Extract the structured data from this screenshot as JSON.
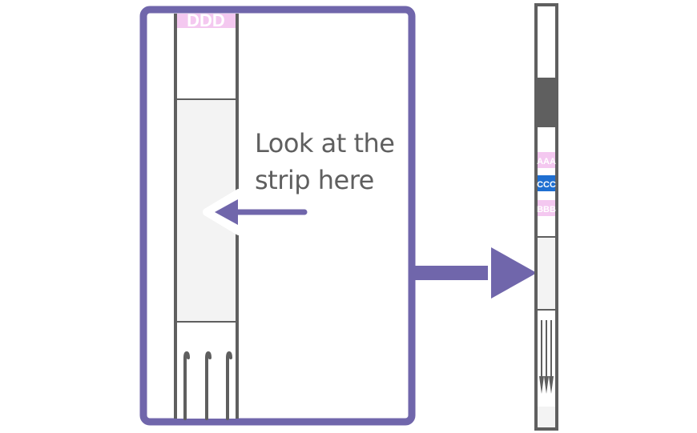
{
  "callout": {
    "line1": "Look at the",
    "line2": "strip here"
  },
  "zoom_strip": {
    "label_top": "DDD"
  },
  "test_strip": {
    "labels": [
      "AAA",
      "CCC",
      "BBB"
    ]
  },
  "colors": {
    "frame_purple": "#7066ab",
    "strip_outline": "#5f5f5f",
    "pink_label": "#f4c8f0",
    "blue_label": "#1f6fd1",
    "window_gray": "#f3f3f3",
    "dark_band": "#5f5f5f"
  }
}
